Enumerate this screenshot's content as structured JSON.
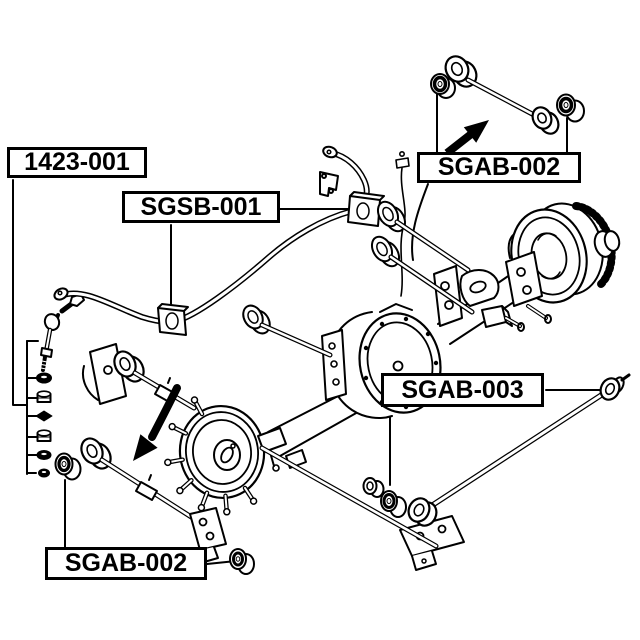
{
  "page": {
    "background": "#ffffff",
    "line_color": "#000000",
    "kind": "suspension parts line diagram"
  },
  "diagram": {
    "labels": {
      "link_kit": "1423-001",
      "stabilizer_bushing": "SGSB-001",
      "arm_bushing_top": "SGAB-002",
      "track_rod_bushing": "SGAB-003",
      "arm_bushing_bottom": "SGAB-002"
    },
    "components": [
      "stabilizer-link-kit",
      "stabilizer-bar",
      "rear-upper-control-arm",
      "rear-axle-assembly",
      "differential",
      "brake-drum-left",
      "brake-drum-right",
      "trailing-arms",
      "lateral-track-rod",
      "detached-bushings"
    ]
  }
}
